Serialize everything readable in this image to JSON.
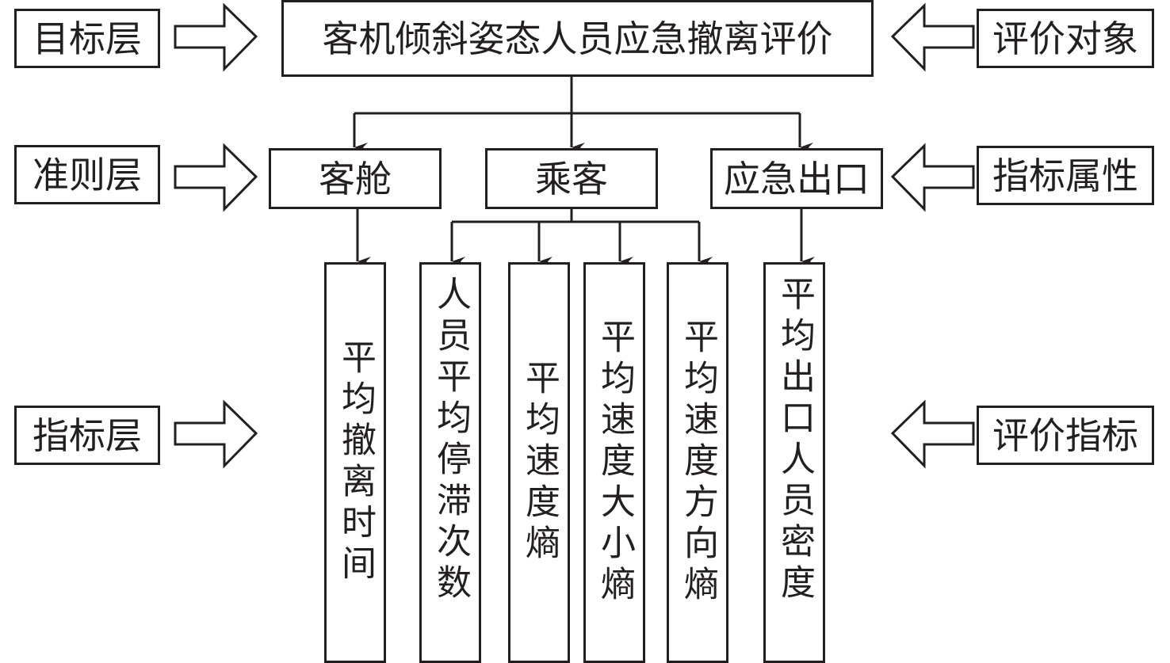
{
  "layer_labels": {
    "goal": "目标层",
    "criteria": "准则层",
    "indicator": "指标层"
  },
  "side_labels": {
    "object": "评价对象",
    "attribute": "指标属性",
    "index": "评价指标"
  },
  "goal": {
    "title": "客机倾斜姿态人员应急撤离评价"
  },
  "criteria": [
    {
      "label": "客舱"
    },
    {
      "label": "乘客"
    },
    {
      "label": "应急出口"
    }
  ],
  "indicators": [
    {
      "label": "平均撤离时间",
      "parent": "客舱"
    },
    {
      "label": "人员平均停滞次数",
      "parent": "乘客"
    },
    {
      "label": "平均速度熵",
      "parent": "乘客"
    },
    {
      "label": "平均速度大小熵",
      "parent": "乘客"
    },
    {
      "label": "平均速度方向熵",
      "parent": "乘客"
    },
    {
      "label": "平均出口人员密度",
      "parent": "应急出口"
    }
  ],
  "colors": {
    "stroke": "#231f20",
    "background": "#ffffff"
  }
}
